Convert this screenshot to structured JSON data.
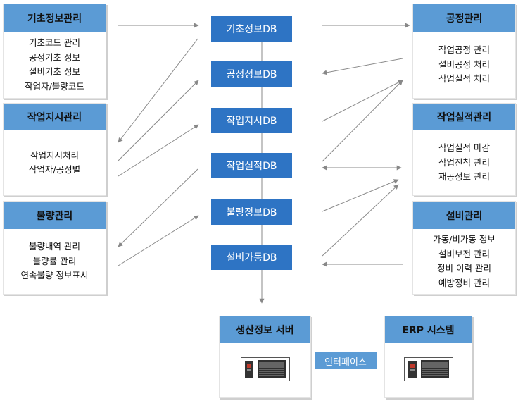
{
  "left_cards": [
    {
      "title": "기초정보관리",
      "items": [
        "기초코드 관리",
        "공정기초 정보",
        "설비기초 정보",
        "작업자/불량코드"
      ]
    },
    {
      "title": "작업지시관리",
      "items": [
        "작업지시처리",
        "작업자/공정별"
      ]
    },
    {
      "title": "불량관리",
      "items": [
        "불량내역 관리",
        "불량률 관리",
        "연속불량 정보표시"
      ]
    }
  ],
  "right_cards": [
    {
      "title": "공정관리",
      "items": [
        "작업공정 관리",
        "설비공정 처리",
        "작업실적 처리"
      ]
    },
    {
      "title": "작업실적관리",
      "items": [
        "작업실적 마감",
        "작업진척 관리",
        "재공정보 관리"
      ]
    },
    {
      "title": "설비관리",
      "items": [
        "가동/비가동 정보",
        "설비보전 관리",
        "정비 이력 관리",
        "예방정비 관리"
      ]
    }
  ],
  "databases": [
    "기초정보DB",
    "공정정보DB",
    "작업지시DB",
    "작업실적DB",
    "불량정보DB",
    "설비가동DB"
  ],
  "production_server": {
    "title": "생산정보 서버"
  },
  "erp_system": {
    "title": "ERP 시스템"
  },
  "interface_label": "인터페이스",
  "colors": {
    "header": "#5b9bd5",
    "db": "#2e74c4",
    "arrow": "#888888"
  }
}
